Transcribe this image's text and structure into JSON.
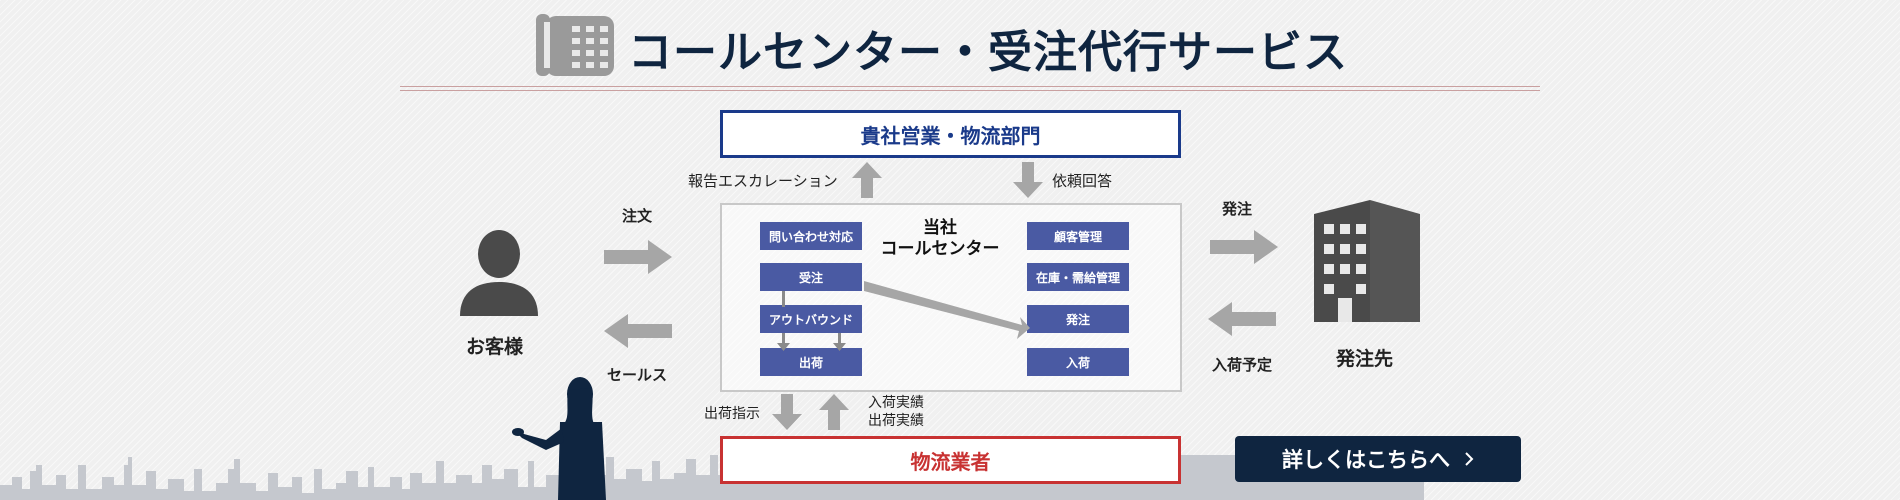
{
  "header": {
    "title": "コールセンター・受注代行サービス",
    "icon": "desk-phone-icon"
  },
  "boxes": {
    "client_dept": "貴社営業・物流部門",
    "logistics": "物流業者",
    "call_center": "当社\nコールセンター"
  },
  "left_tasks": [
    "問い合わせ対応",
    "受注",
    "アウトバウンド",
    "出荷"
  ],
  "right_tasks": [
    "顧客管理",
    "在庫・需給管理",
    "発注",
    "入荷"
  ],
  "arrow_labels": {
    "report": "報告エスカレーション",
    "request": "依頼回答",
    "order_in": "注文",
    "sales": "セールス",
    "purchase": "発注",
    "arrival_plan": "入荷予定",
    "ship_instruction": "出荷指示",
    "results": "入荷実績\n出荷実績"
  },
  "actors": {
    "customer": "お客様",
    "supplier": "発注先"
  },
  "cta": {
    "label": "詳しくはこちらへ",
    "icon": "chevron-right-icon"
  },
  "colors": {
    "navy": "#0f2540",
    "task_blue": "#4a5aa3",
    "dept_blue": "#1a3a8a",
    "logistics_red": "#c83232",
    "arrow_gray": "#a6a6a6",
    "icon_gray": "#4a4a4a"
  }
}
